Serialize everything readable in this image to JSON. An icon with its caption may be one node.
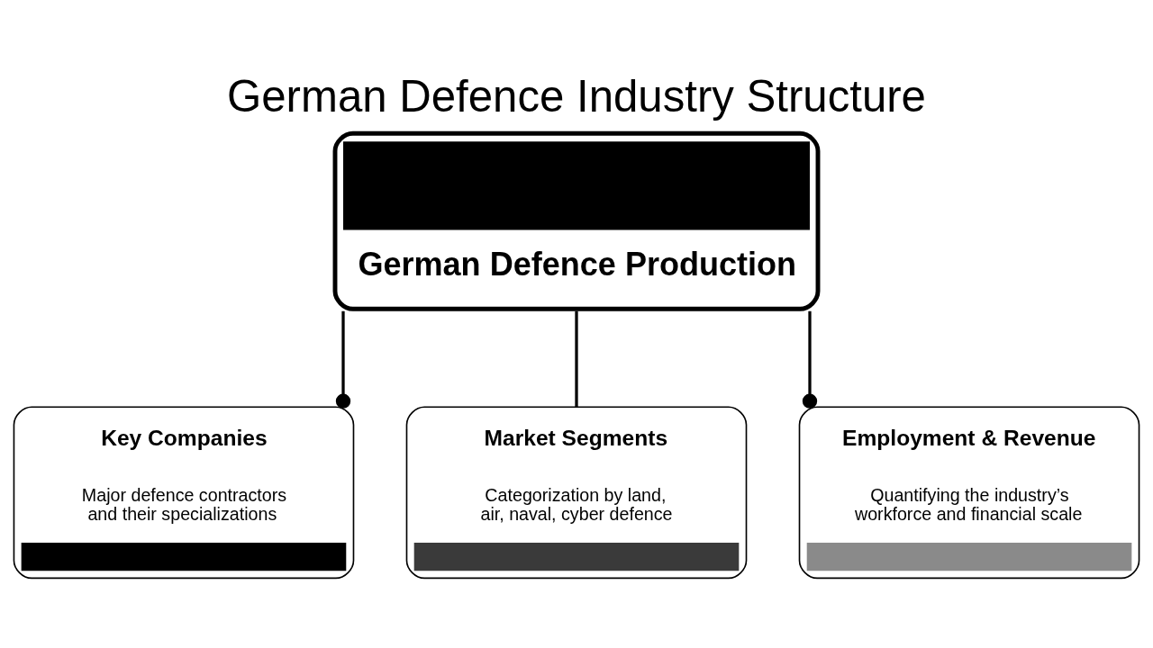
{
  "diagram": {
    "title": "German Defence Industry Structure",
    "nodes": [
      {
        "text": [
          "German Defence Production"
        ]
      },
      {
        "text": [
          "Key Companies",
          "Major defence contractors and their specializations"
        ]
      },
      {
        "text": [
          "Market Segments",
          "Categorization by land, air, naval, cyber defence"
        ]
      },
      {
        "text": [
          "Employment & Revenue",
          "Quantifying the industry’s workforce and financial scale"
        ]
      }
    ],
    "edges": [
      {
        "from": 0,
        "to": 1,
        "arrow": "other"
      },
      {
        "from": 0,
        "to": 2,
        "arrow": "none"
      },
      {
        "from": 0,
        "to": 3,
        "arrow": "other"
      }
    ]
  }
}
